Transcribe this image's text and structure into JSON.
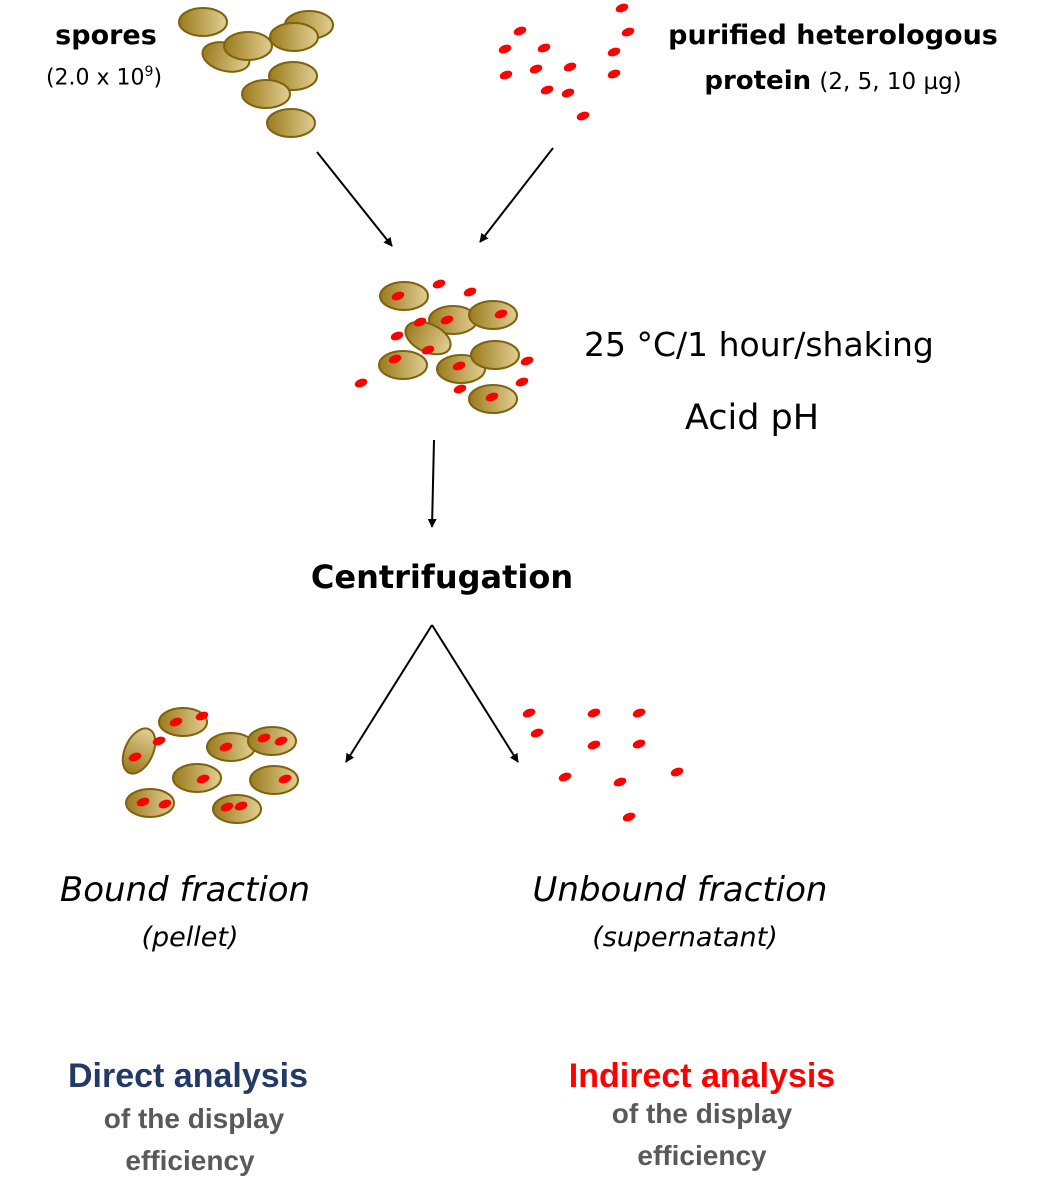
{
  "inputs": {
    "spores": {
      "label": "spores",
      "amount_base": "(2.0 x 10",
      "amount_exp": "9",
      "amount_close": ")"
    },
    "protein": {
      "label_line1": "purified heterologous",
      "label_line2_bold": "protein",
      "amounts": "(2, 5, 10 µg)"
    }
  },
  "incubation": {
    "conditions": "25 °C/1 hour/shaking",
    "ph": "Acid pH"
  },
  "step": {
    "label": "Centrifugation"
  },
  "fractions": {
    "bound": {
      "label": "Bound fraction",
      "sub": "(pellet)"
    },
    "unbound": {
      "label": "Unbound fraction",
      "sub": "(supernatant)"
    }
  },
  "analysis": {
    "direct": {
      "title": "Direct analysis",
      "line2": "of the display",
      "line3": "efficiency"
    },
    "indirect": {
      "title": "Indirect analysis",
      "line2": "of the display",
      "line3": "efficiency"
    }
  },
  "colors": {
    "spore_fill_light": "#e2cf93",
    "spore_fill_dark": "#9a7a1c",
    "spore_stroke": "#7e6210",
    "protein": "#ff0000",
    "arrow": "#000000",
    "direct_title": "#243a66",
    "indirect_title": "#ff0000",
    "analysis_sub": "#595959"
  }
}
